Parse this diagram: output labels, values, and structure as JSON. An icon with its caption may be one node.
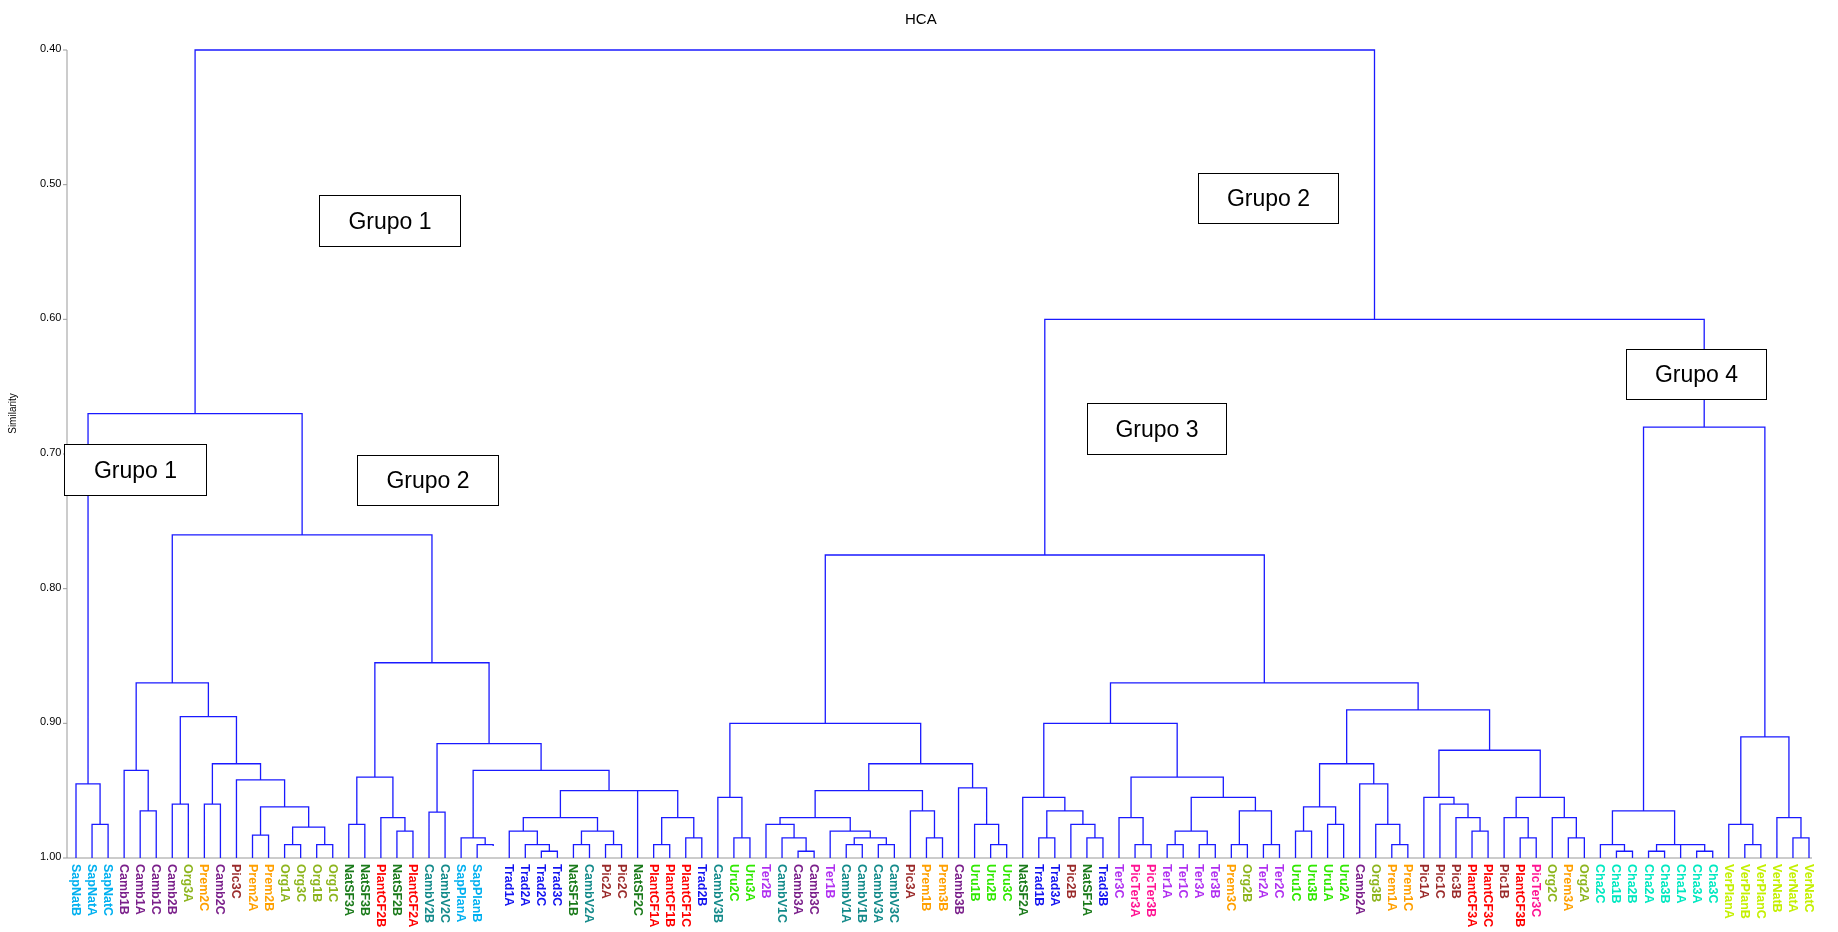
{
  "diagram": {
    "title": "HCA",
    "nodes": [
      {
        "text": [
          "Grupo 1"
        ]
      },
      {
        "text": [
          "Grupo 2"
        ]
      },
      {
        "text": [
          "Grupo 4"
        ]
      },
      {
        "text": [
          "Grupo 3"
        ]
      },
      {
        "text": [
          "Grupo 1"
        ]
      },
      {
        "text": [
          "Grupo 2"
        ]
      }
    ],
    "labels": [
      "0.40",
      "0.50",
      "0.60",
      "0.70",
      "0.80",
      "0.90",
      "1.00",
      "Similarity",
      "SapNatB",
      "SapNatA",
      "SapNatC",
      "Camb1B",
      "Camb1A",
      "Camb1C",
      "Camb2B",
      "Org3A",
      "Prem2C",
      "Camb2C",
      "Pic3C",
      "Prem2A",
      "Prem2B",
      "Org1A",
      "Org3C",
      "Org1B",
      "Org1C",
      "NatSF3A",
      "NatSF3B",
      "PlantCF2B",
      "NatSF2B",
      "PlantCF2A",
      "CambV2B",
      "CambV2C",
      "SapPlanA",
      "SapPlanB",
      "Trad1A",
      "Trad2A",
      "Trad2C",
      "Trad3C",
      "NatSF1B",
      "CambV2A",
      "Pic2A",
      "Pic2C",
      "NatSF2C",
      "PlantCF1A",
      "PlantCF1B",
      "PlantCF1C",
      "Trad2B",
      "CambV3B",
      "Uru2C",
      "Uru3A",
      "Ter2B",
      "CambV1C",
      "Camb3A",
      "Camb3C",
      "Ter1B",
      "CambV1A",
      "CambV1B",
      "CambV3A",
      "CambV3C",
      "Pic3A",
      "Prem1B",
      "Prem3B",
      "Camb3B",
      "Uru1B",
      "Uru2B",
      "Uru3C",
      "NatSF2A",
      "Trad1B",
      "Trad3A",
      "Pic2B",
      "NatSF1A",
      "Trad3B",
      "Ter3C",
      "PicTer3A",
      "PicTer3B",
      "Ter1A",
      "Ter1C",
      "Ter3A",
      "Ter3B",
      "Prem3C",
      "Org2B",
      "Ter2A",
      "Ter2C",
      "Uru1C",
      "Uru3B",
      "Uru1A",
      "Uru2A",
      "Camb2A",
      "Org3B",
      "Prem1A",
      "Prem1C",
      "Pic1A",
      "Pic1C",
      "Pic3B",
      "PlantCF3A",
      "PlantCF3C",
      "Pic1B",
      "PlantCF3B",
      "PicTer3C",
      "Org2C",
      "Prem3A",
      "Org2A",
      "Cha2C",
      "Cha1B",
      "Cha2B",
      "Cha2A",
      "Cha3B",
      "Cha1A",
      "Cha3A",
      "Cha3C",
      "VerPlanA",
      "VerPlanB",
      "VerPlanC",
      "VerNatB",
      "VerNatA",
      "VerNatC"
    ]
  }
}
